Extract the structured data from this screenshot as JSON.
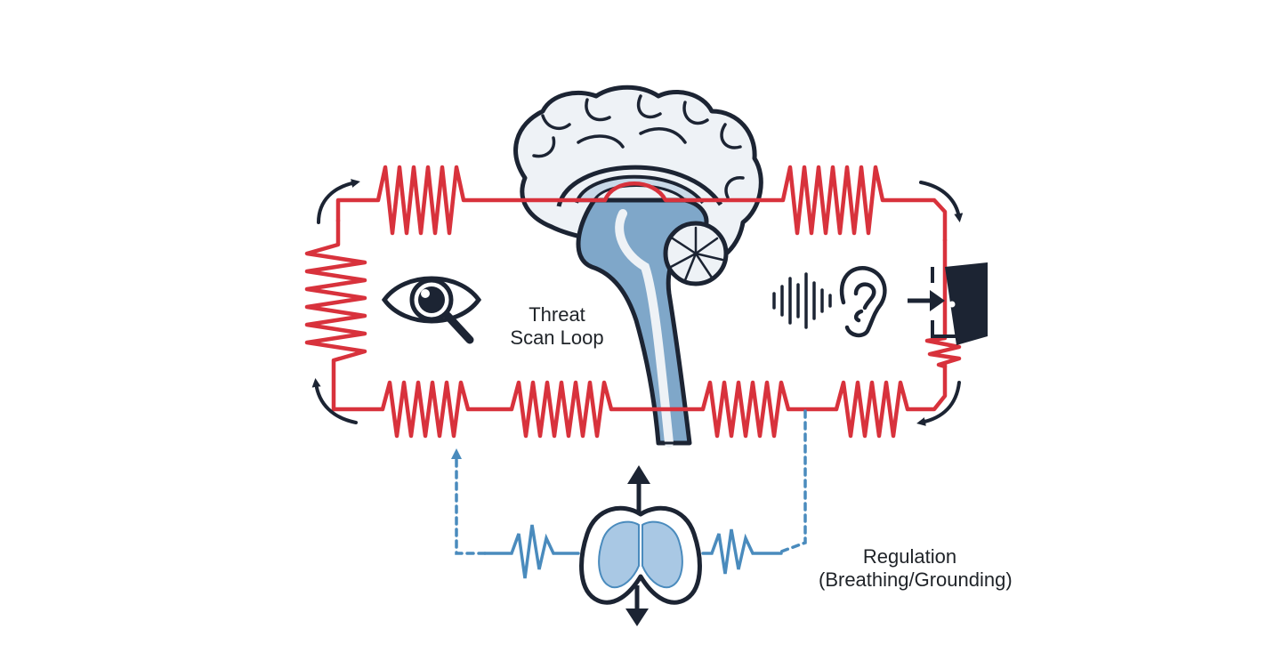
{
  "labels": {
    "threat_line1": "Threat",
    "threat_line2": "Scan Loop",
    "regulation_line1": "Regulation",
    "regulation_line2": "(Breathing/Grounding)"
  },
  "colors": {
    "loop": "#d8323c",
    "regulation": "#4a8bbd",
    "outline": "#1c2433",
    "brain_fill": "#eef2f6",
    "brainstem_fill": "#7fa7c9",
    "lungs_fill": "#a9c8e4"
  },
  "icons": [
    "eye-magnifier-icon",
    "sound-wave-icon",
    "ear-icon",
    "exit-door-icon",
    "arrow-up-icon",
    "arrow-down-icon"
  ]
}
